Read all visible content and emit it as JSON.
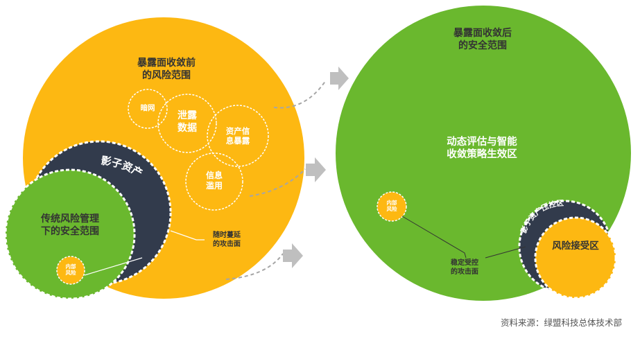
{
  "left": {
    "outer_title": "暴露面收敛前\n的风险范围",
    "nodes": {
      "darknet": "暗网",
      "leak": "泄露\n数据",
      "asset": "资产信\n息暴露",
      "abuse": "信息\n滥用"
    },
    "shadow": "影子资产",
    "inner_title": "传统风险管理\n下的安全范围",
    "internal": "内部\n风险",
    "annotation": "随时蔓延\n的攻击面"
  },
  "right": {
    "outer_title": "暴露面收敛后\n的安全范围",
    "center": "动态评估与智能\n收敛策略生效区",
    "internal": "内部\n风险",
    "shadow": "影子资产压控区",
    "accept": "风险接受区",
    "annotation": "稳定受控\n的攻击面"
  },
  "source": "资料来源：绿盟科技总体技术部",
  "colors": {
    "yellow": "#FDB812",
    "green": "#6AB82E",
    "navy": "#323B4C",
    "text_dark": "#333333",
    "arrow_gray": "#BFBFBF",
    "white": "#ffffff"
  }
}
